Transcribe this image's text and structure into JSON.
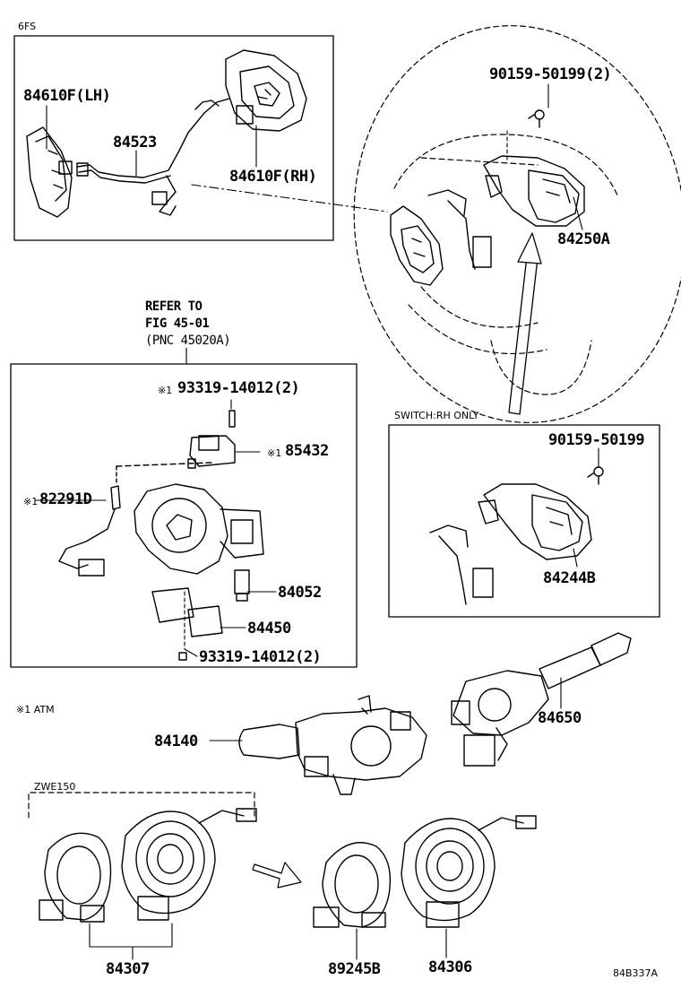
{
  "header": {
    "top_left_code": "6FS"
  },
  "parts": {
    "p84610F_LH": "84610F(LH)",
    "p84523": "84523",
    "p84610F_RH": "84610F(RH)",
    "p90159_50199_2": "90159-50199(2)",
    "p84250A": "84250A",
    "refer_to": "REFER TO",
    "fig": "FIG 45-01",
    "pnc": "(PNC 45020A)",
    "p93319_14012_top": "93319-14012(2)",
    "p85432": "85432",
    "p82291D": "82291D",
    "p84052": "84052",
    "p84450": "84450",
    "p93319_14012_bottom": "93319-14012(2)",
    "switch_rh_only": "SWITCH:RH ONLY",
    "p90159_50199": "90159-50199",
    "p84244B": "84244B",
    "note_atm": "※1 ATM",
    "p84650": "84650",
    "p84140": "84140",
    "zwe150": "ZWE150",
    "p84307": "84307",
    "p89245B": "89245B",
    "p84306": "84306",
    "mark": "※1",
    "diagram_code": "84B337A"
  }
}
